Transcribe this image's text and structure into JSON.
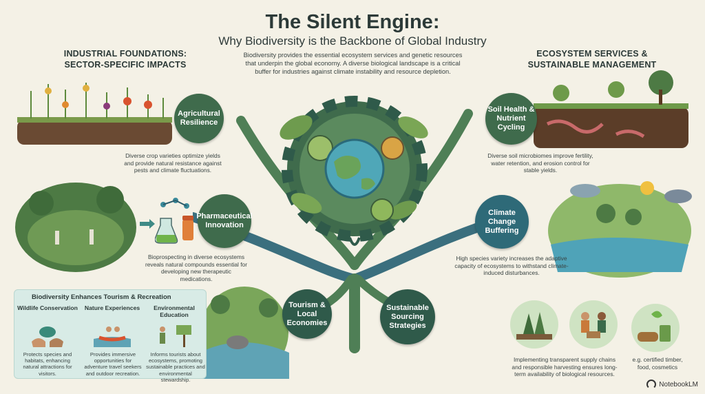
{
  "header": {
    "title": "The Silent Engine:",
    "subtitle": "Why Biodiversity is the Backbone of Global Industry",
    "intro": "Biodiversity provides the essential ecosystem services and genetic resources that underpin the global economy. A diverse biological landscape is a critical buffer for industries against climate instability and resource depletion."
  },
  "left_section": {
    "heading_line1": "INDUSTRIAL FOUNDATIONS:",
    "heading_line2": "SECTOR-SPECIFIC IMPACTS"
  },
  "right_section": {
    "heading_line1": "ECOSYSTEM SERVICES &",
    "heading_line2": "SUSTAINABLE MANAGEMENT"
  },
  "nodes": {
    "agri": {
      "label": "Agricultural Resilience",
      "desc": "Diverse crop varieties optimize yields and provide natural resistance against pests and climate fluctuations."
    },
    "pharma": {
      "label": "Pharmaceutical Innovation",
      "desc": "Bioprospecting in diverse ecosystems reveals natural compounds essential for developing new therapeutic medications."
    },
    "tourism": {
      "label": "Tourism & Local Economies"
    },
    "sourcing": {
      "label": "Sustainable Sourcing Strategies",
      "desc": "Implementing transparent supply chains and responsible harvesting ensures long-term availability of biological resources.",
      "example": "e.g. certified timber, food, cosmetics"
    },
    "soil": {
      "label": "Soil Health & Nutrient Cycling",
      "desc": "Diverse soil microbiomes improve fertility, water retention, and erosion control for stable yields."
    },
    "climate": {
      "label": "Climate Change Buffering",
      "desc": "High species variety increases the adaptive capacity of ecosystems to withstand climate-induced disturbances."
    }
  },
  "tourism_panel": {
    "title": "Biodiversity Enhances Tourism & Recreation",
    "columns": [
      {
        "title": "Wildlife Conservation",
        "desc": "Protects species and habitats, enhancing natural attractions for visitors."
      },
      {
        "title": "Nature Experiences",
        "desc": "Provides immersive opportunities for adventure travel seekers and outdoor recreation."
      },
      {
        "title": "Environmental Education",
        "desc": "Informs tourists about ecosystems, promoting sustainable practices and environmental stewardship."
      }
    ]
  },
  "footer": {
    "brand": "NotebookLM"
  },
  "colors": {
    "background": "#f4f1e6",
    "node_green": "#3f6b4c",
    "node_teal": "#2e6a78",
    "panel": "#d8ebe6"
  }
}
